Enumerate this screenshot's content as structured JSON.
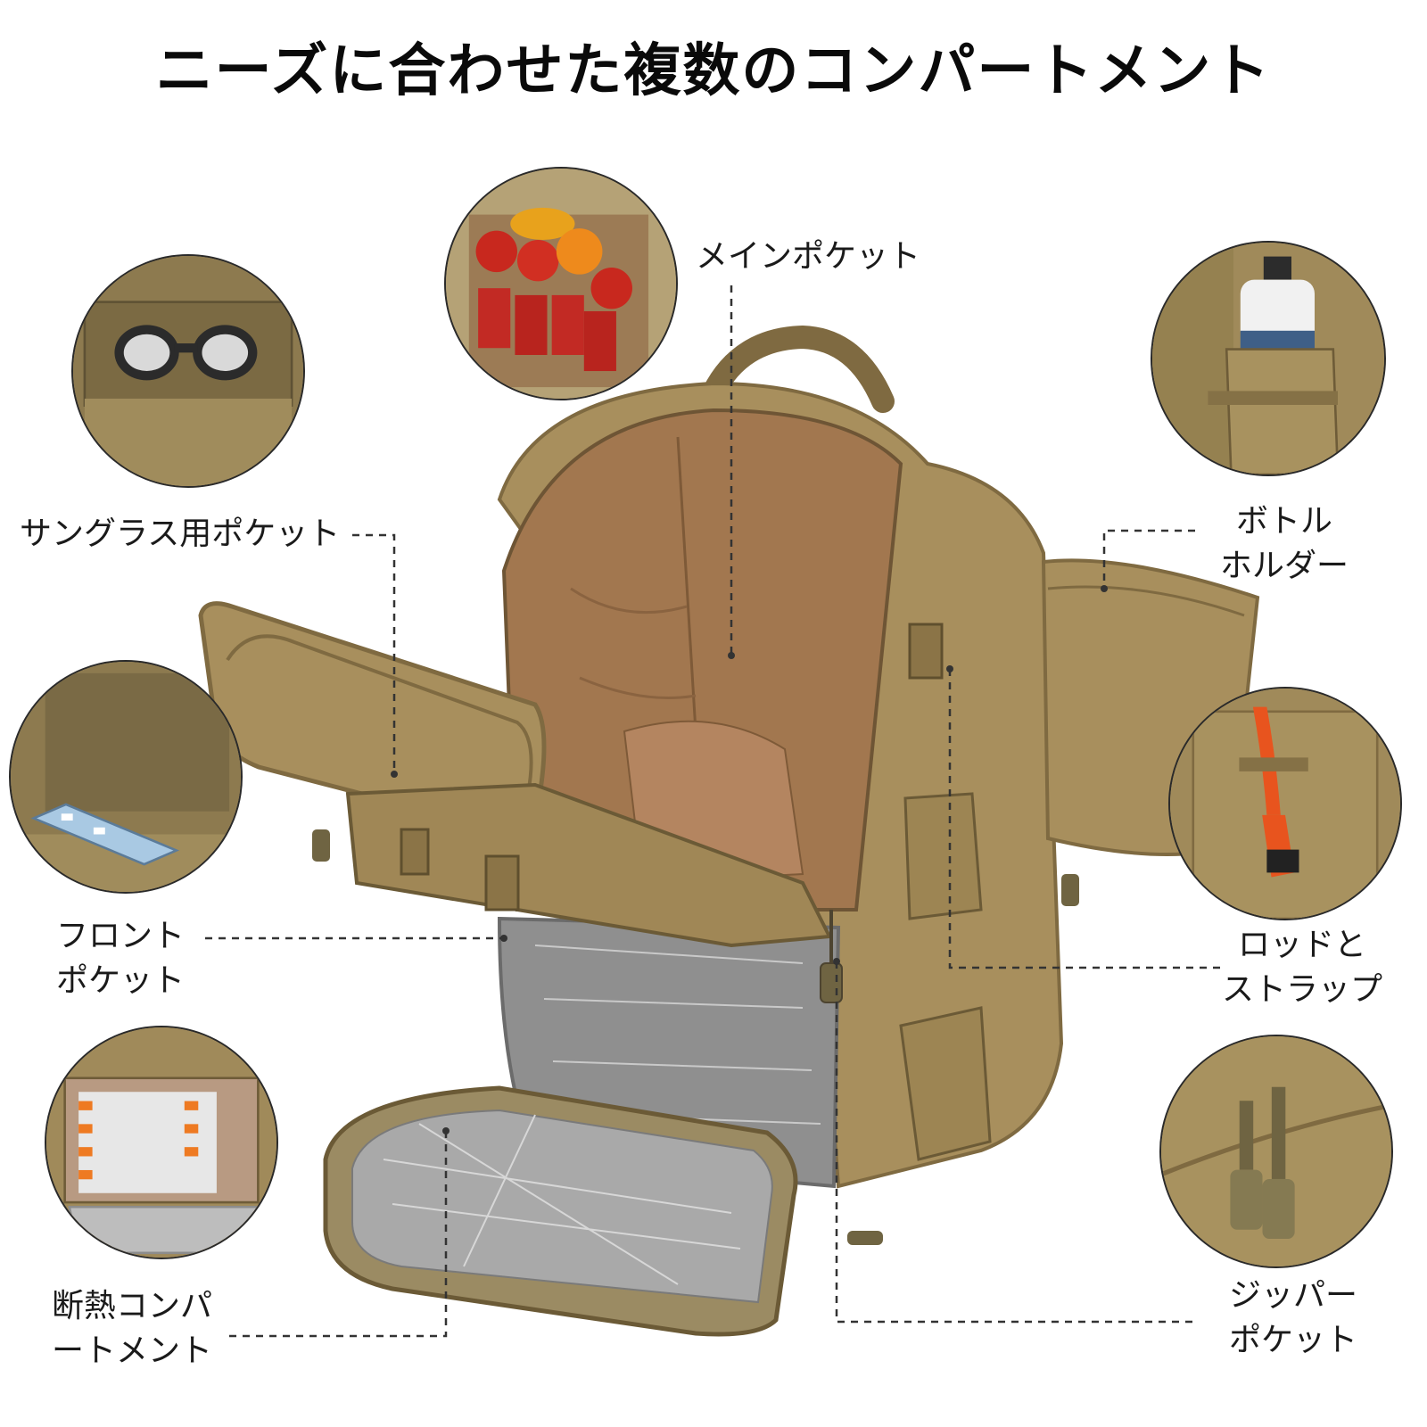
{
  "title": "ニーズに合わせた複数のコンパートメント",
  "labels": {
    "main_pocket": "メインポケット",
    "sunglasses_pocket": "サングラス用ポケット",
    "bottle_holder_line1": "ボトル",
    "bottle_holder_line2": "ホルダー",
    "front_pocket_line1": "フロント",
    "front_pocket_line2": "ポケット",
    "rod_strap_line1": "ロッドと",
    "rod_strap_line2": "ストラップ",
    "insulated_line1": "断熱コンパ",
    "insulated_line2": "ートメント",
    "zipper_pocket_line1": "ジッパー",
    "zipper_pocket_line2": "ポケット"
  },
  "colors": {
    "bag": "#a88f5d",
    "bag_dark": "#7f6a41",
    "lining": "#a2774f",
    "insulation": "#9a9a9a",
    "dash": "#333333"
  }
}
